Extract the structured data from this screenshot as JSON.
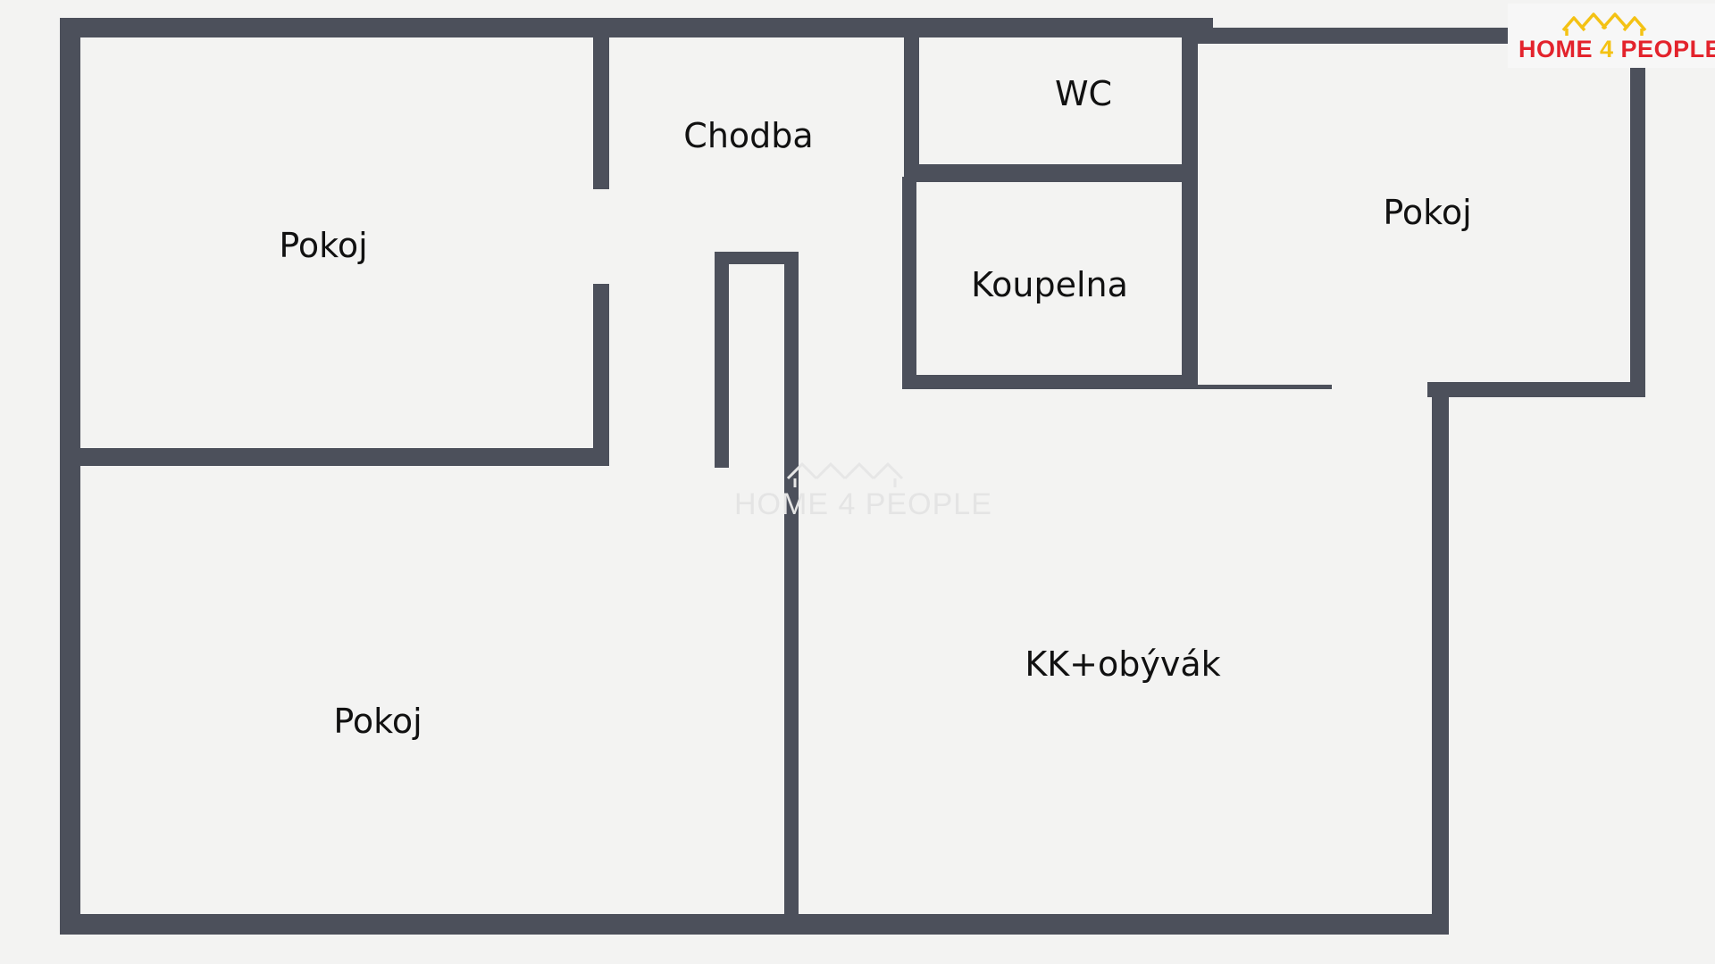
{
  "rooms": [
    {
      "id": "pokoj-top-left",
      "label": "Pokoj"
    },
    {
      "id": "chodba",
      "label": "Chodba"
    },
    {
      "id": "wc",
      "label": "WC"
    },
    {
      "id": "koupelna",
      "label": "Koupelna"
    },
    {
      "id": "pokoj-top-right",
      "label": "Pokoj"
    },
    {
      "id": "pokoj-bottom-left",
      "label": "Pokoj"
    },
    {
      "id": "kk-obyvak",
      "label": "KK+obývák"
    }
  ],
  "logo": {
    "icon": "house-roofs-icon",
    "text_part1": "HOME ",
    "text_part2": "4",
    "text_part3": " PEOPLE",
    "color_primary": "#e3232c",
    "color_accent": "#f4c214"
  },
  "watermark": {
    "text": "HOME 4 PEOPLE",
    "icon": "house-roofs-icon"
  },
  "colors": {
    "wall": "#4c505b",
    "background": "#f3f3f2"
  }
}
